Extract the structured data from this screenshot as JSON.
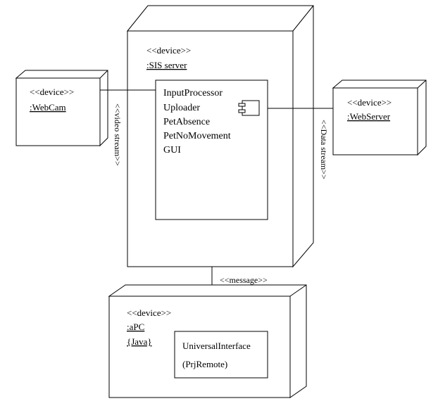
{
  "nodes": {
    "sis": {
      "stereotype": "<<device>>",
      "name": ":SIS server"
    },
    "webcam": {
      "stereotype": "<<device>>",
      "name": ":WebCam"
    },
    "webserver": {
      "stereotype": "<<device>>",
      "name": ":WebServer"
    },
    "apc": {
      "stereotype": "<<device>>",
      "name": ":aPC",
      "constraint": "{Java}"
    }
  },
  "sis_component": {
    "items": [
      "InputProcessor",
      "Uploader",
      "PetAbsence",
      "PetNoMovement",
      "GUI"
    ]
  },
  "apc_component": {
    "name": "UniversalInterface",
    "subtitle": "(PrjRemote)"
  },
  "connections": {
    "video": "<<video stream>>",
    "data": "<<Data stream>>",
    "message": "<<message>>"
  }
}
